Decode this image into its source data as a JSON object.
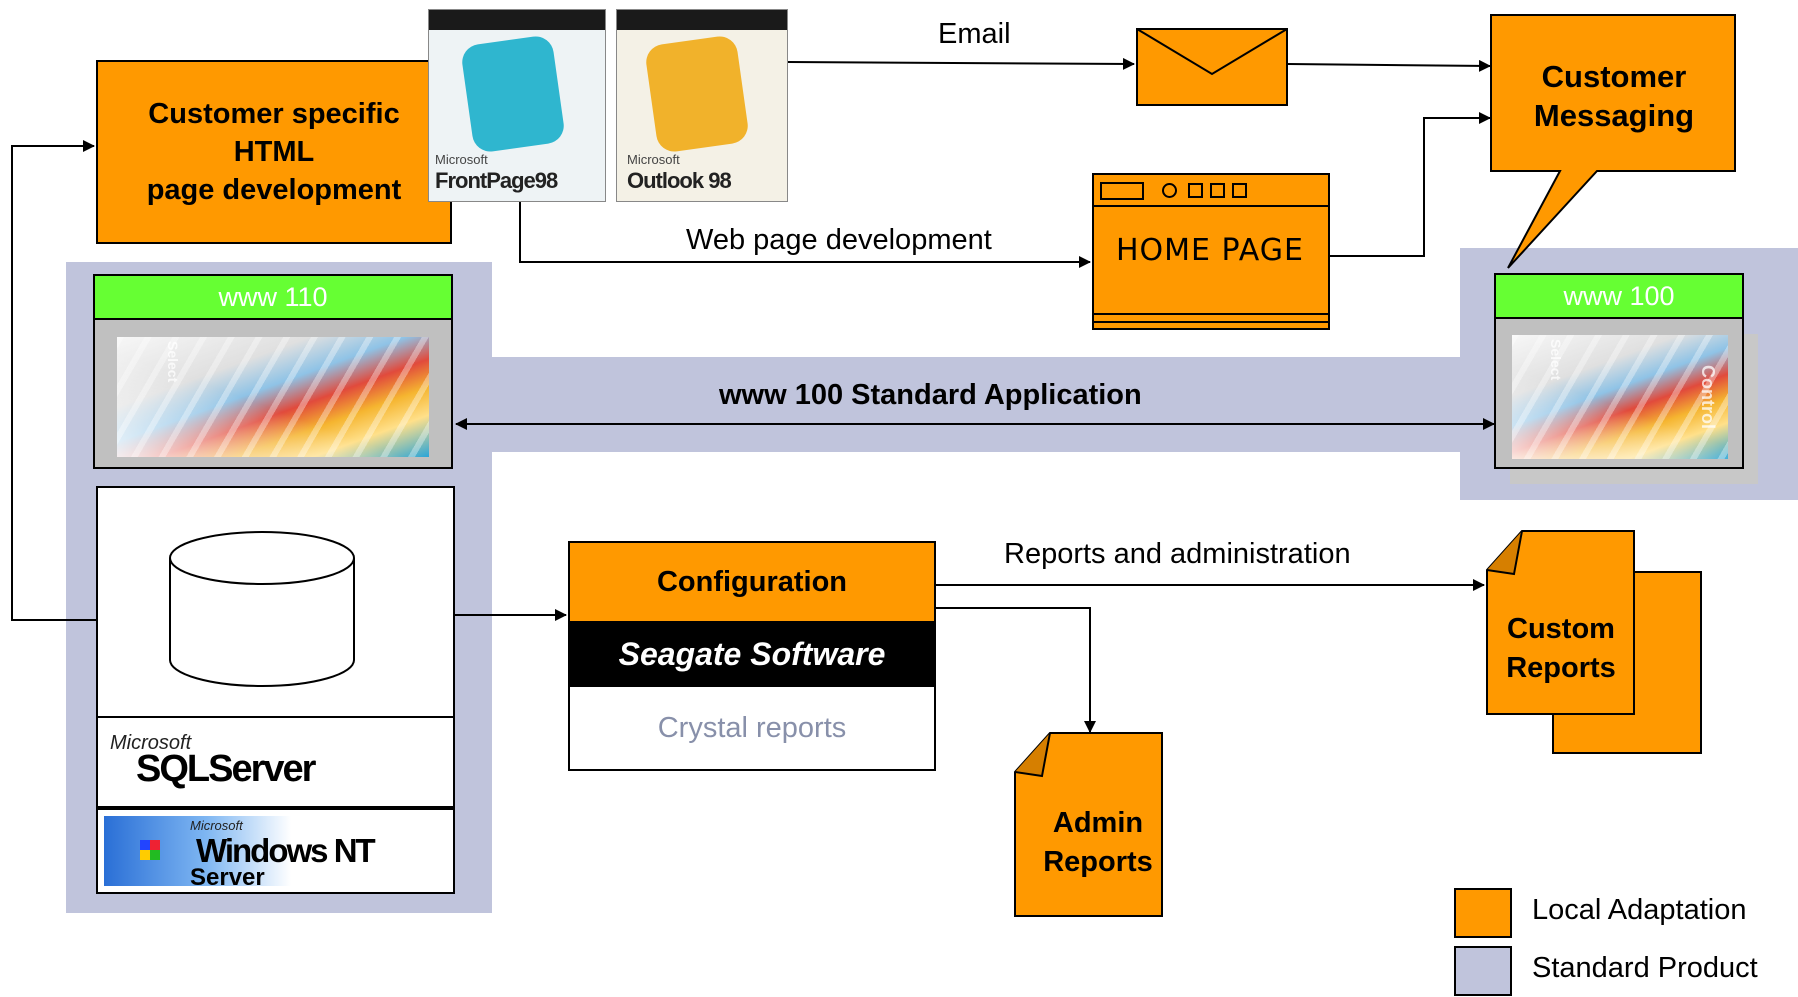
{
  "colors": {
    "local_adaptation": "#ff9900",
    "standard_product": "#c0c4dc",
    "title_bar": "#66ff33"
  },
  "nodes": {
    "customer_html": "Customer specific\nHTML\npage development",
    "frontpage_product": "FrontPage98",
    "frontpage_maker": "Microsoft",
    "outlook_product": "Outlook 98",
    "outlook_maker": "Microsoft",
    "customer_messaging": "Customer\nMessaging",
    "home_page": "HOME PAGE",
    "www110_title": "www 110",
    "www100_title": "www 100",
    "splash_word_select": "Select",
    "splash_word_control": "Control",
    "configuration": "Configuration",
    "seagate": "Seagate Software",
    "crystal": "Crystal reports",
    "sql_maker": "Microsoft",
    "sql_product": "SQLServer",
    "nt_maker": "Microsoft",
    "nt_product": "Windows NT",
    "nt_sub": "Server",
    "custom_reports": "Custom\nReports",
    "admin_reports": "Admin\nReports"
  },
  "edges": {
    "email": "Email",
    "web_page_development": "Web page development",
    "standard_application": "www 100 Standard Application",
    "reports_admin": "Reports and administration"
  },
  "legend": [
    {
      "label": "Local Adaptation",
      "color": "#ff9900"
    },
    {
      "label": "Standard Product",
      "color": "#c0c4dc"
    }
  ]
}
